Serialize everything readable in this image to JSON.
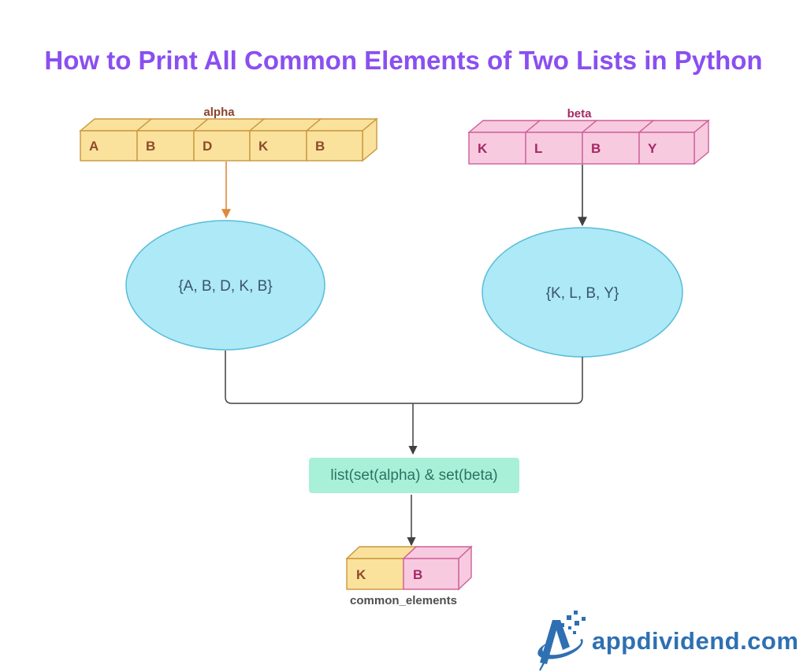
{
  "title": "How to Print All Common Elements of Two Lists in Python",
  "lists": {
    "alpha": {
      "label": "alpha",
      "cells": [
        "A",
        "B",
        "D",
        "K",
        "B"
      ]
    },
    "beta": {
      "label": "beta",
      "cells": [
        "K",
        "L",
        "B",
        "Y"
      ]
    }
  },
  "sets": {
    "alpha_set": "{A, B, D, K, B}",
    "beta_set": "{K, L, B, Y}"
  },
  "operation": {
    "label": "list(set(alpha) & set(beta)"
  },
  "result": {
    "label": "common_elements",
    "cells": [
      "K",
      "B"
    ]
  },
  "branding": {
    "site": "appdividend.com"
  },
  "colors": {
    "title": "#8A4FF0",
    "alpha_fill": "#FAE29C",
    "alpha_border": "#C9973F",
    "alpha_text": "#8D4A2B",
    "beta_fill": "#F7CAE0",
    "beta_border": "#CF5F99",
    "beta_text": "#A62864",
    "ellipse_fill": "#ADE9F6",
    "ellipse_border": "#5ABCDA",
    "set_text": "#3A546E",
    "operation_fill": "#A9F0D8",
    "operation_text": "#2E7261",
    "arrow_orange": "#DC8A3E",
    "arrow_dark": "#414141",
    "logo_blue": "#2E70B2"
  }
}
